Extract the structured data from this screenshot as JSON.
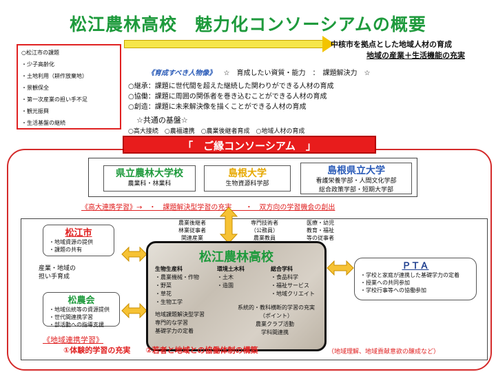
{
  "title": "松江農林高校　魅力化コンソーシアムの概要",
  "issues": {
    "heading": "○松江市の課題",
    "items": [
      "・少子高齢化",
      "・土地利用（耕作放棄地）",
      "・景観保全",
      "・第一次産業の担い手不足",
      "・観光振興",
      "・生活基盤の継続"
    ]
  },
  "goal": {
    "line1": "中核市を拠点とした地域人材の育成",
    "line2": "地域の産業＋生活機能の充実"
  },
  "talent": {
    "label": "《育成すべき人物像》",
    "rest": "☆　育成したい資質・能力　：　課題解決力　☆"
  },
  "skills": [
    "○継承：課題に世代間を超えた継続した関わりができる人材の育成",
    "○協働：課題に周囲の関係者を巻き込むことができる人材の育成",
    "○創造：課題に未来解決像を描くことができる人材の育成"
  ],
  "base": {
    "title": "☆共通の基盤☆",
    "items": "○高大接続　○農福連携　○農業後継者育成　○地域人材の育成"
  },
  "banner": "「　ご縁コンソーシアム　」",
  "universities": [
    {
      "name": "県立農林大学校",
      "depts": [
        "農業科・林業科"
      ],
      "color": "#1e9a3c"
    },
    {
      "name": "島根大学",
      "depts": [
        "生物資源科学部"
      ],
      "color": "#e6a800"
    },
    {
      "name": "島根県立大学",
      "depts": [
        "看護栄養学部・人間文化学部",
        "総合政策学部・短期大学部"
      ],
      "color": "#2a5bb8"
    }
  ],
  "highschool_univ_line": "《高大連携学習》→　・　課題解決型学習の充実　　・　双方向の学習機会の創出",
  "support_groups": [
    {
      "lines": [
        "農業後継者",
        "林業従事者",
        "関連産業"
      ]
    },
    {
      "lines": [
        "専門技術者",
        "（公務員）",
        "農業教員"
      ]
    },
    {
      "lines": [
        "医療・幼児",
        "教育・福祉",
        "等の従事者"
      ]
    }
  ],
  "matsue_city": {
    "name": "松江市",
    "items": [
      "・地域資源の提供",
      "・課題の共有"
    ]
  },
  "industry_note": [
    "産業・地域の",
    "担い手育成"
  ],
  "jacoop": {
    "name": "松農会",
    "items": [
      "・地域伝統等の資源提供",
      "・世代間連携学習",
      "・部活動への指導支援"
    ]
  },
  "school": {
    "name": "松江農林高校",
    "departments": [
      {
        "heading": "生物生産科",
        "items": [
          "・農業機械・作物",
          "・野菜",
          "・草花",
          "・生物工学"
        ]
      },
      {
        "heading": "環境土木科",
        "items": [
          "・土木",
          "・造園"
        ]
      },
      {
        "heading": "総合学科",
        "items": [
          "・食品科学",
          "・福祉サービス",
          "・地域クリエイト"
        ]
      }
    ],
    "systematic": [
      "系統的・教科横断的学習の充実",
      "（ポイント）"
    ],
    "club": [
      "農業クラブ活動",
      "学科間連携"
    ],
    "pbl": [
      "地域課題解決型学習",
      "専門的な学習",
      "基礎学力の定着"
    ]
  },
  "pta": {
    "name": "ＰＴＡ",
    "items": [
      "・学校と家庭が連携した基礎学力の定着",
      "・授業への共同参加",
      "・学校行事等への協働参加"
    ]
  },
  "regional_label": "《地域連携学習》",
  "bottom": {
    "line": "①体験的学習の充実　　②若者と地域との協働体制の構築",
    "note": "（地域理解、地域貢献意欲の醸成など）"
  },
  "colors": {
    "title_green": "#1e9a3c",
    "accent_red": "#e02020",
    "arrow_yellow": "#f6c234"
  }
}
